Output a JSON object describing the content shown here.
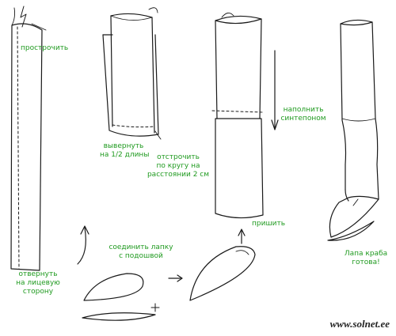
{
  "steps": {
    "step1": {
      "sew_label": "прострочить",
      "turn_label_line1": "отвернуть",
      "turn_label_line2": "на лицевую",
      "turn_label_line3": "сторону"
    },
    "step2": {
      "turn_half_line1": "вывернуть",
      "turn_half_line2": "на 1/2 длины",
      "stitch_line1": "отстрочить",
      "stitch_line2": "по кругу на",
      "stitch_line3": "расстоянии 2 см"
    },
    "step3": {
      "fill_line1": "наполнить",
      "fill_line2": "синтепоном",
      "attach_label": "пришить"
    },
    "step4": {
      "join_line1": "соединить лапку",
      "join_line2": "с подошвой"
    },
    "step5": {
      "done_line1": "Лапа краба",
      "done_line2": "готова!"
    }
  },
  "watermark": "www.solnet.ee",
  "colors": {
    "ink": "#1a1a1a",
    "label": "#1f9a1f"
  }
}
